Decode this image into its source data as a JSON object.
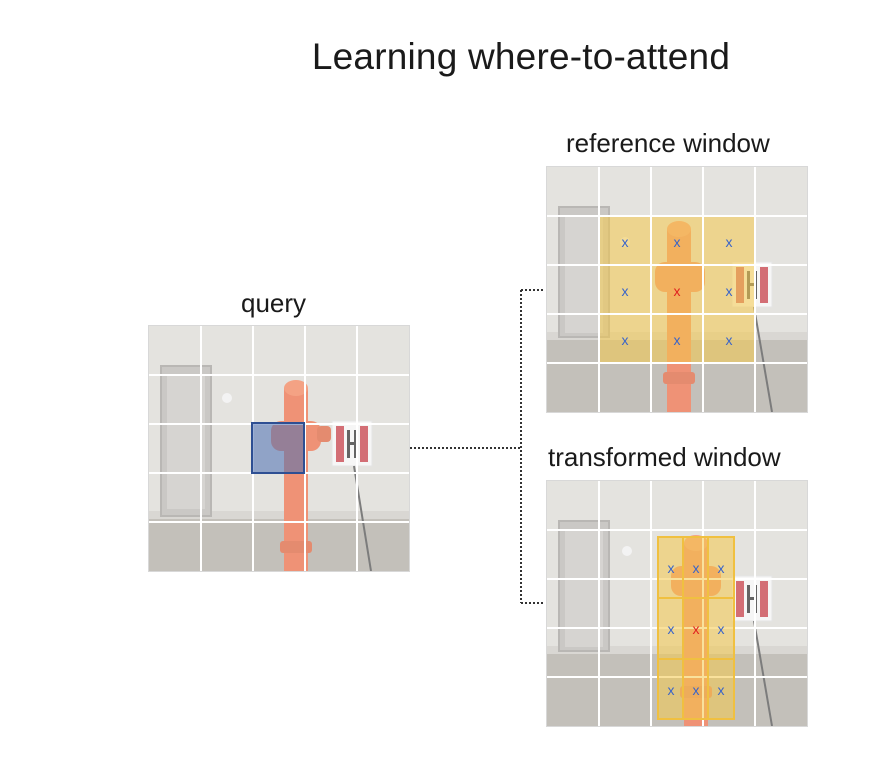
{
  "title": "Learning where-to-attend",
  "query": {
    "label": "query"
  },
  "reference": {
    "label": "reference window",
    "marker": "x"
  },
  "transformed": {
    "label": "transformed window",
    "marker": "x"
  },
  "colors": {
    "wall": "#d9d7d2",
    "ground": "#a9a59d",
    "hydrant": "#e8643c",
    "door": "#b8b6b1",
    "query_box": "#4a6fb3",
    "attend_window": "#f4c84a",
    "sample_blue": "#3a64c8",
    "sample_red": "#e02020",
    "grid": "#ffffff",
    "connector": "#333333"
  },
  "icons": {
    "marker_icon": "cross-mark"
  }
}
